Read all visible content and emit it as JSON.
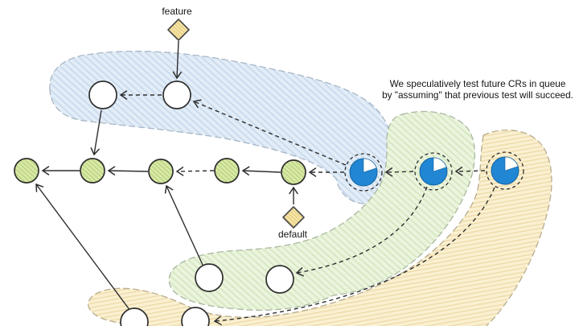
{
  "annotation": {
    "line1": "We speculatively test future CRs in queue",
    "line2": "by \"assuming\" that previous test will succeed."
  },
  "labels": {
    "feature": "feature",
    "default": "default"
  },
  "pies": {
    "progress_fraction": 0.8,
    "count": 3
  },
  "diagram": {
    "type": "git-commit-graph",
    "regions": [
      {
        "id": "blue-region",
        "color_key": "region-blue-bg"
      },
      {
        "id": "green-region",
        "color_key": "region-green-bg"
      },
      {
        "id": "yellow-region",
        "color_key": "region-yellow-bg"
      }
    ],
    "node_kinds": {
      "mainline_commit": {
        "shape": "circle",
        "style": "green-hatched",
        "count": 5
      },
      "branch_commit": {
        "shape": "circle",
        "style": "white",
        "count": 6
      },
      "speculative_test_merge": {
        "shape": "pie",
        "style": "blue-progress",
        "count": 3
      }
    },
    "branch_pointers": [
      {
        "label": "feature",
        "shape": "diamond"
      },
      {
        "label": "default",
        "shape": "diamond"
      }
    ]
  },
  "colors": {
    "region-blue-bg": "#e3edf7",
    "region-blue-line": "#c6d8ec",
    "region-blue-border": "#a9b7c6",
    "region-green-bg": "#ebf4dd",
    "region-green-line": "#d3e5bd",
    "region-green-border": "#a9b8a0",
    "region-yellow-bg": "#faf0d2",
    "region-yellow-line": "#edd9a4",
    "region-yellow-border": "#b8ad90",
    "node-green-bg": "#d9e9a8",
    "node-green-line": "#b2cf74",
    "node-white": "#ffffff",
    "pie-blue": "#2186d3",
    "pie-blue-dark": "#15639e",
    "diamond-bg": "#f6e5a7",
    "diamond-line": "#e2c878",
    "diamond-stroke": "#4a4a4a",
    "stroke": "#2e2e2e",
    "text": "#141414"
  }
}
